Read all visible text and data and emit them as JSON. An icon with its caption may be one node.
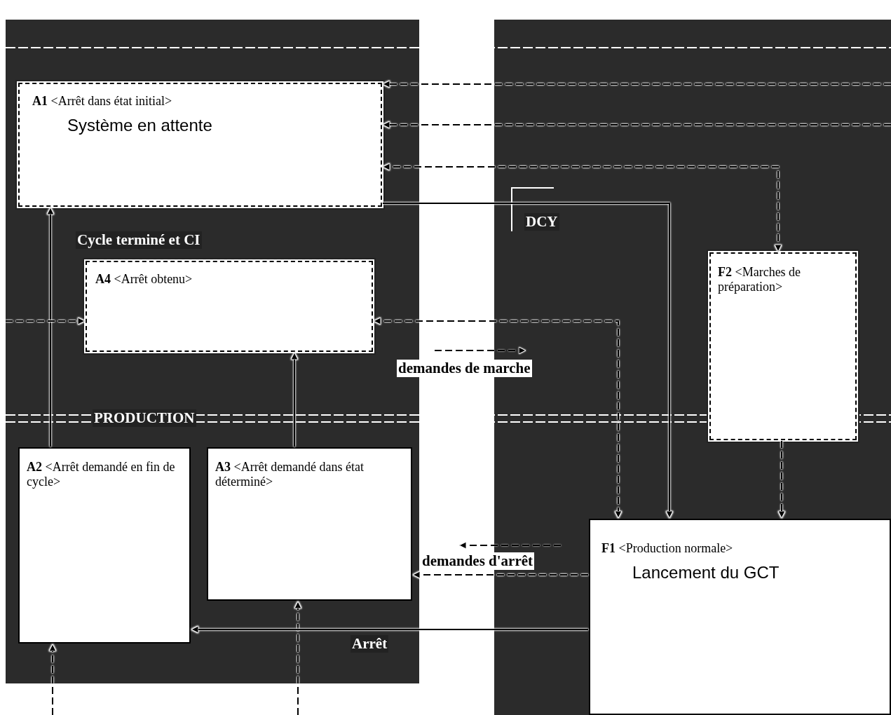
{
  "diagram": {
    "nodes": [
      {
        "text": [
          "**A1** <Arrêt dans état initial>",
          "Système en attente"
        ]
      },
      {
        "text": [
          "**A4** <Arrêt obtenu>"
        ]
      },
      {
        "text": [
          "**F2** <Marches de préparation>"
        ]
      },
      {
        "text": [
          "**A2** <Arrêt demandé en fin de cycle>"
        ]
      },
      {
        "text": [
          "**A3** <Arrêt demandé dans état déterminé>"
        ]
      },
      {
        "text": [
          "**F1** <Production normale>",
          "Lancement du GCT"
        ]
      }
    ],
    "edges": [
      {
        "from": 3,
        "to": 0,
        "arrow": "to"
      },
      {
        "from": 4,
        "to": 1,
        "arrow": "to"
      },
      {
        "from": null,
        "to": 3,
        "arrow": "to",
        "style": "dashed"
      },
      {
        "from": null,
        "to": 4,
        "arrow": "to",
        "style": "dashed"
      },
      {
        "from": 5,
        "to": 3,
        "arrow": "to"
      },
      {
        "from": 5,
        "to": 4,
        "arrow": "to",
        "style": "dashed"
      },
      {
        "from": 1,
        "to": 5,
        "arrow": "both",
        "style": "dashed"
      },
      {
        "from": 0,
        "to": 5,
        "arrow": "to"
      },
      {
        "from": 0,
        "to": 2,
        "arrow": "both",
        "style": "dashed"
      },
      {
        "from": null,
        "to": 0,
        "arrow": "to",
        "style": "dashed"
      },
      {
        "from": null,
        "to": 0,
        "arrow": "to",
        "style": "dashed"
      },
      {
        "from": 2,
        "to": 5,
        "arrow": "to",
        "style": "dashed"
      },
      {
        "from": null,
        "to": 1,
        "arrow": "to",
        "style": "dashed"
      }
    ],
    "labels": [
      "DCY",
      "Cycle terminé et CI",
      "demandes de marche",
      "PRODUCTION",
      "demandes d'arrêt",
      "Arrêt"
    ]
  }
}
